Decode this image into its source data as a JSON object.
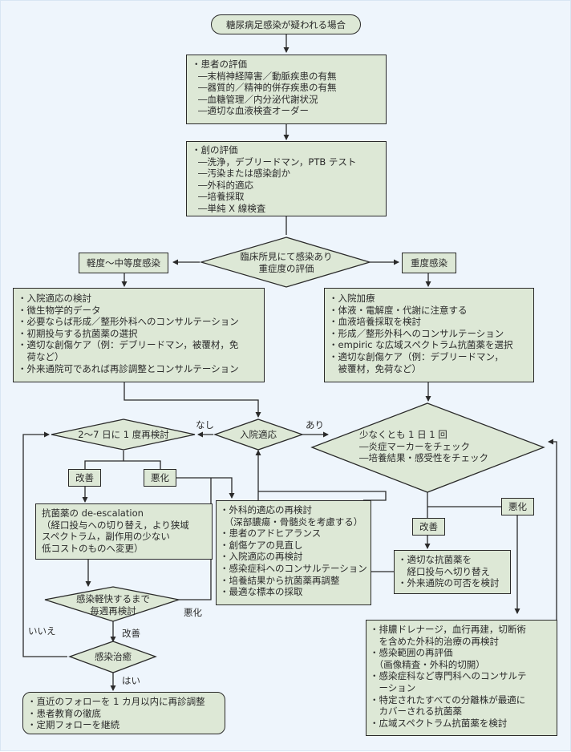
{
  "start": {
    "label": "糖尿病足感染が疑われる場合"
  },
  "patient_eval": {
    "title": "・患者の評価",
    "items": [
      "―末梢神経障害／動脈疾患の有無",
      "―器質的／精神的併存疾患の有無",
      "―血糖管理／内分泌代謝状況",
      "―適切な血液検査オーダー"
    ]
  },
  "wound_eval": {
    "title": "・創の評価",
    "items": [
      "―洗浄，デブリードマン，PTB テスト",
      "―汚染または感染創か",
      "―外科的適応",
      "―培養採取",
      "―単純 X 線検査"
    ]
  },
  "severity_decision": {
    "line1": "臨床所見にて感染あり",
    "line2": "重症度の評価"
  },
  "mild_moderate": {
    "label": "軽度～中等度感染",
    "items": [
      "・入院適応の検討",
      "・微生物学的データ",
      "・必要ならば形成／整形外科へのコンサルテーション",
      "・初期投与する抗菌薬の選択",
      "・適切な創傷ケア（例：デブリードマン，被覆材，免",
      "　荷など）",
      "・外来通院可であれば再診調整とコンサルテーション"
    ]
  },
  "severe": {
    "label": "重度感染",
    "items": [
      "・入院加療",
      "・体液・電解度・代謝に注意する",
      "・血液培養採取を検討",
      "・形成／整形外科へのコンサルテーション",
      "・empiric な広域スペクトラム抗菌薬を選択",
      "・適切な創傷ケア（例：デブリードマン，",
      "　被覆材，免荷など）"
    ]
  },
  "admission_decision": {
    "label": "入院適応",
    "no": "なし",
    "yes": "あり"
  },
  "recheck_decision": {
    "label": "2～7 日に 1 度再検討"
  },
  "daily_check": {
    "line1": "少なくとも 1 日 1 回",
    "line2": "―炎症マーカーをチェック",
    "line3": "―培養結果・感受性をチェック"
  },
  "outcomes": {
    "improve": "改善",
    "worsen": "悪化"
  },
  "deescalation": {
    "items": [
      "抗菌薬の de-escalation",
      "（経口投与への切り替え，より狭域",
      "スペクトラム，副作用の少ない",
      "低コストのものへ変更）"
    ]
  },
  "reassess": {
    "items": [
      "・外科的適応の再検討",
      "　（深部膿瘍・骨髄炎を考慮する）",
      "・患者のアドヒアランス",
      "・創傷ケアの見直し",
      "・入院適応の再検討",
      "・感染症科へのコンサルテーション",
      "・培養結果から抗菌薬再調整",
      "・最適な標本の採取"
    ]
  },
  "oral_switch": {
    "items": [
      "・適切な抗菌薬を",
      "　経口投与へ切り替え",
      "・外来通院の可否を検討"
    ]
  },
  "weekly_decision": {
    "line1": "感染軽快するまで",
    "line2": "毎週再検討",
    "worsen": "悪化",
    "improve": "改善"
  },
  "cure_decision": {
    "label": "感染治癒",
    "no": "いいえ",
    "yes": "はい"
  },
  "followup": {
    "items": [
      "・直近のフォローを 1 カ月以内に再診調整",
      "・患者教育の徹底",
      "・定期フォローを継続"
    ]
  },
  "severe_worsen": {
    "items": [
      "・排膿ドレナージ，血行再建，切断術",
      "　を含めた外科的治療の再検討",
      "・感染範囲の再評価",
      "　（画像精査・外科的切開）",
      "・感染症科など専門科へのコンサルテ",
      "　ーション",
      "・特定されたすべての分離株が最適に",
      "　カバーされる抗菌薬",
      "・広域スペクトラム抗菌薬を検討"
    ]
  },
  "colors": {
    "background": "#eef5fc",
    "node_fill": "#dde8d6",
    "stroke": "#2a2a2a"
  }
}
